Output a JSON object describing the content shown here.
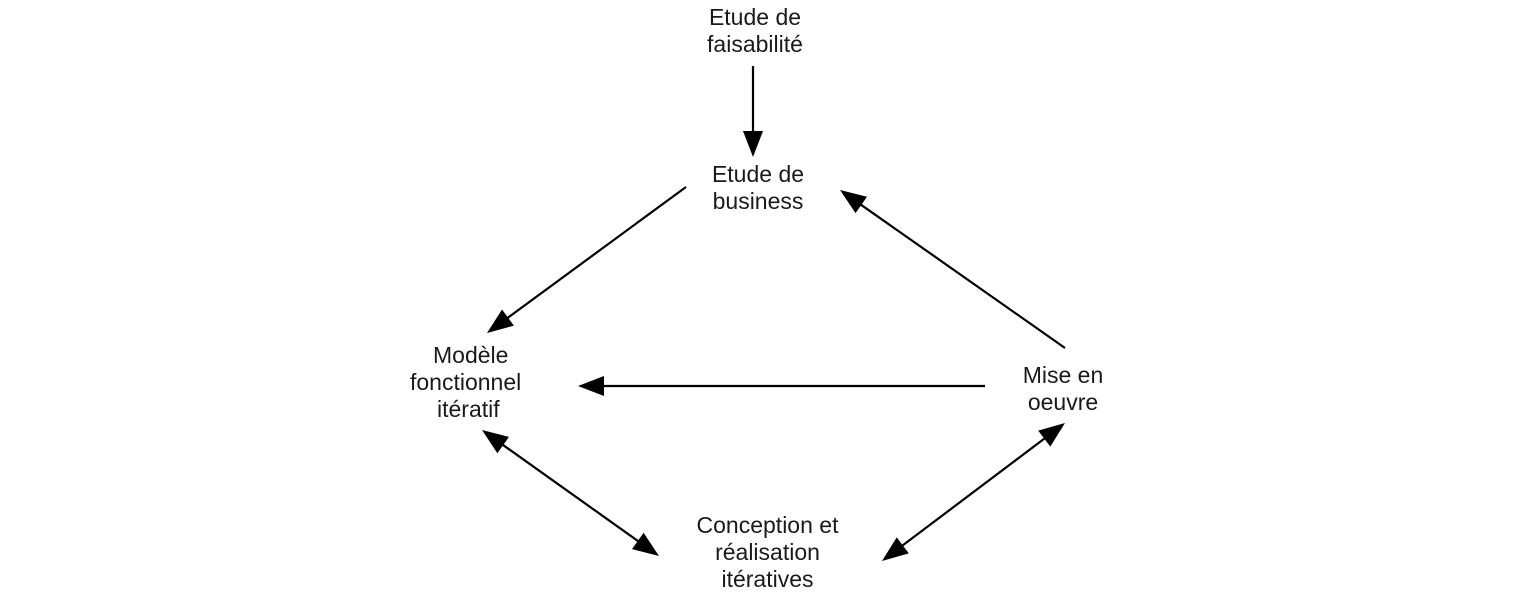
{
  "diagram": {
    "nodes": {
      "feasibility": {
        "lines": [
          "Etude de",
          "faisabilité"
        ]
      },
      "business": {
        "lines": [
          "Etude de",
          "business"
        ]
      },
      "functional_model": {
        "lines": [
          "Modèle",
          "fonctionnel",
          "itératif"
        ]
      },
      "implementation": {
        "lines": [
          "Mise en",
          "oeuvre"
        ]
      },
      "design_build": {
        "lines": [
          "Conception et",
          "réalisation",
          "itératives"
        ]
      }
    },
    "edges": [
      {
        "from": "feasibility",
        "to": "business",
        "direction": "forward"
      },
      {
        "from": "business",
        "to": "functional_model",
        "direction": "forward"
      },
      {
        "from": "implementation",
        "to": "business",
        "direction": "forward"
      },
      {
        "from": "implementation",
        "to": "functional_model",
        "direction": "forward"
      },
      {
        "from": "functional_model",
        "to": "design_build",
        "direction": "both"
      },
      {
        "from": "design_build",
        "to": "implementation",
        "direction": "both"
      }
    ],
    "colors": {
      "line": "#000000",
      "text": "#1a1a1a",
      "background": "#ffffff"
    }
  }
}
